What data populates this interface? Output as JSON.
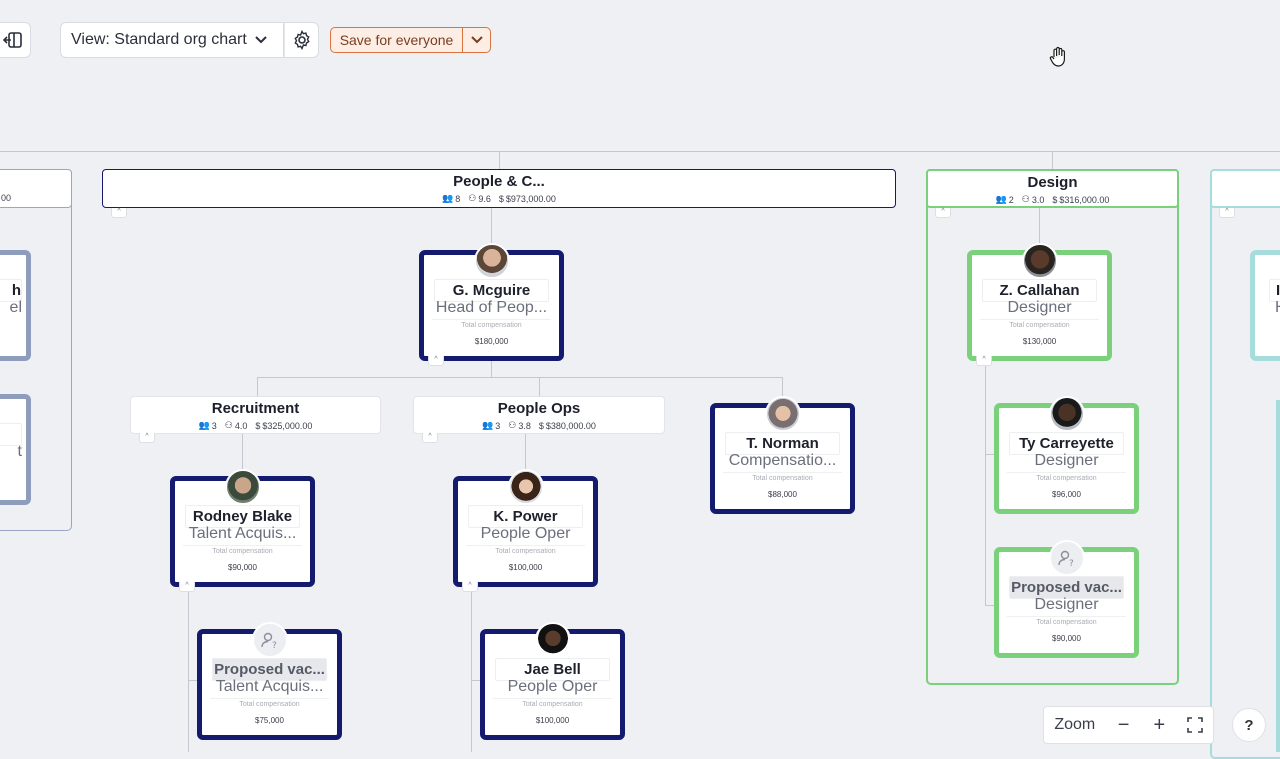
{
  "toolbar": {
    "view_label": "View: Standard org chart",
    "save_label": "Save for everyone"
  },
  "groups": {
    "left_partial": {
      "title": ".",
      "stats_comp": "00"
    },
    "people_culture": {
      "title": "People & C...",
      "stats_people": "8",
      "stats_fte": "9.6",
      "stats_comp": "$973,000.00"
    },
    "design": {
      "title": "Design",
      "stats_people": "2",
      "stats_fte": "3.0",
      "stats_comp": "$316,000.00"
    },
    "recruitment": {
      "title": "Recruitment",
      "stats_people": "3",
      "stats_fte": "4.0",
      "stats_comp": "$325,000.00"
    },
    "people_ops": {
      "title": "People Ops",
      "stats_people": "3",
      "stats_fte": "3.8",
      "stats_comp": "$380,000.00"
    }
  },
  "comp_label": "Total compensation",
  "people": {
    "mcguire": {
      "name": "G. Mcguire",
      "role": "Head of Peop...",
      "comp": "$180,000"
    },
    "callahan": {
      "name": "Z. Callahan",
      "role": "Designer",
      "comp": "$130,000"
    },
    "carreyette": {
      "name": "Ty Carreyette",
      "role": "Designer",
      "comp": "$96,000"
    },
    "design_vacancy": {
      "name": "Proposed vac...",
      "role": "Designer",
      "comp": "$90,000"
    },
    "norman": {
      "name": "T. Norman",
      "role": "Compensatio...",
      "comp": "$88,000"
    },
    "blake": {
      "name": "Rodney Blake",
      "role": "Talent Acquis...",
      "comp": "$90,000"
    },
    "power": {
      "name": "K. Power",
      "role": "People Oper",
      "comp": "$100,000"
    },
    "recruit_vacancy": {
      "name": "Proposed vac...",
      "role": "Talent Acquis...",
      "comp": "$75,000"
    },
    "bell": {
      "name": "Jae Bell",
      "role": "People Oper",
      "comp": "$100,000"
    },
    "left_partial_a": {
      "name": "h",
      "role": "el"
    },
    "left_partial_b": {
      "role": "t"
    },
    "right_partial": {
      "name": "I",
      "role": "H"
    }
  },
  "zoom": {
    "label": "Zoom",
    "minus": "−",
    "plus": "+"
  },
  "help": {
    "label": "?"
  },
  "colors": {
    "navy": "#141a6e",
    "green": "#7bd07b",
    "steel": "#8f9dbd",
    "teal": "#a7dcdc",
    "save_accent": "#d9743f"
  }
}
